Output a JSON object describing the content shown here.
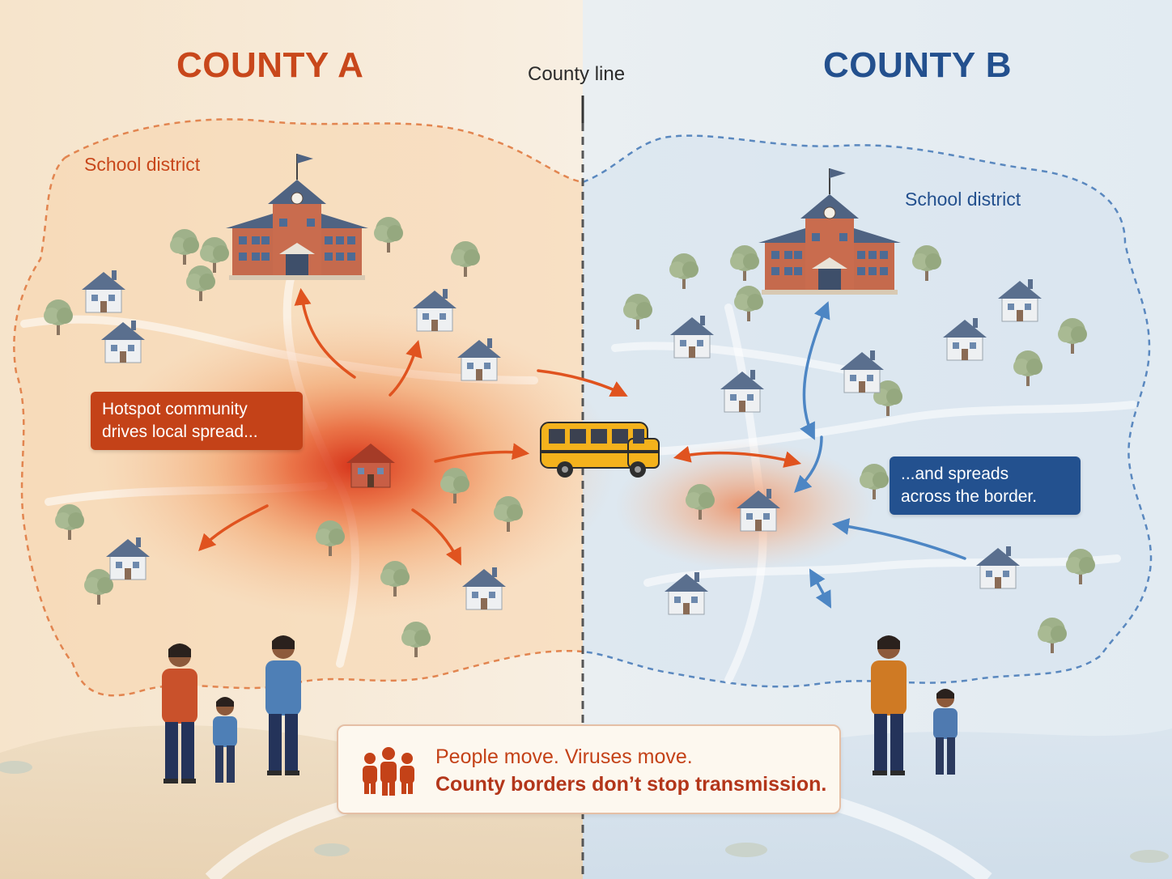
{
  "county_a": {
    "title": "COUNTY A",
    "district_label": "School district"
  },
  "county_b": {
    "title": "COUNTY B",
    "district_label": "School district"
  },
  "county_line_label": "County line",
  "callouts": {
    "hotspot": {
      "line1": "Hotspot community",
      "line2": "drives local spread..."
    },
    "border": {
      "line1": "...and spreads",
      "line2": "across the border."
    }
  },
  "message": {
    "line1": "People move. Viruses move.",
    "line2": "County borders don’t stop transmission."
  },
  "icons": [
    "school-building-icon",
    "house-icon",
    "tree-icon",
    "school-bus-icon",
    "people-group-icon",
    "flag-icon",
    "clock-icon"
  ],
  "colors": {
    "county_a_accent": "#c8471b",
    "county_b_accent": "#23508e",
    "hotspot": "#e0451c",
    "county_a_bg": "#f6e3c8",
    "county_b_bg": "#dfe9f2"
  }
}
